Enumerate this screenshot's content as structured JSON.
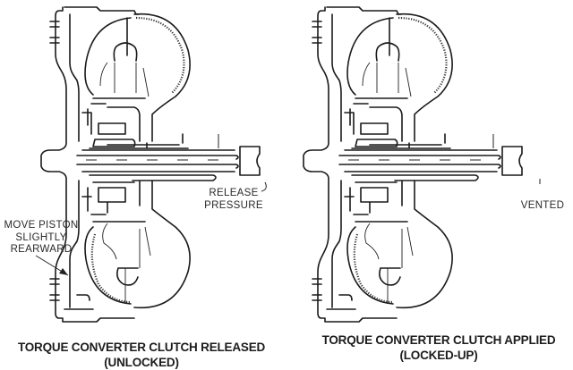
{
  "figure": {
    "left_panel": {
      "caption_line1": "TORQUE CONVERTER CLUTCH RELEASED",
      "caption_line2": "(UNLOCKED)",
      "callouts": {
        "piston_line1": "MOVE PISTON",
        "piston_line2": "SLIGHTLY",
        "piston_line3": "REARWARD",
        "pressure_line1": "RELEASE",
        "pressure_line2": "PRESSURE"
      }
    },
    "right_panel": {
      "caption_line1": "TORQUE CONVERTER CLUTCH APPLIED",
      "caption_line2": "(LOCKED-UP)",
      "callouts": {
        "vent": "VENTED"
      }
    }
  }
}
